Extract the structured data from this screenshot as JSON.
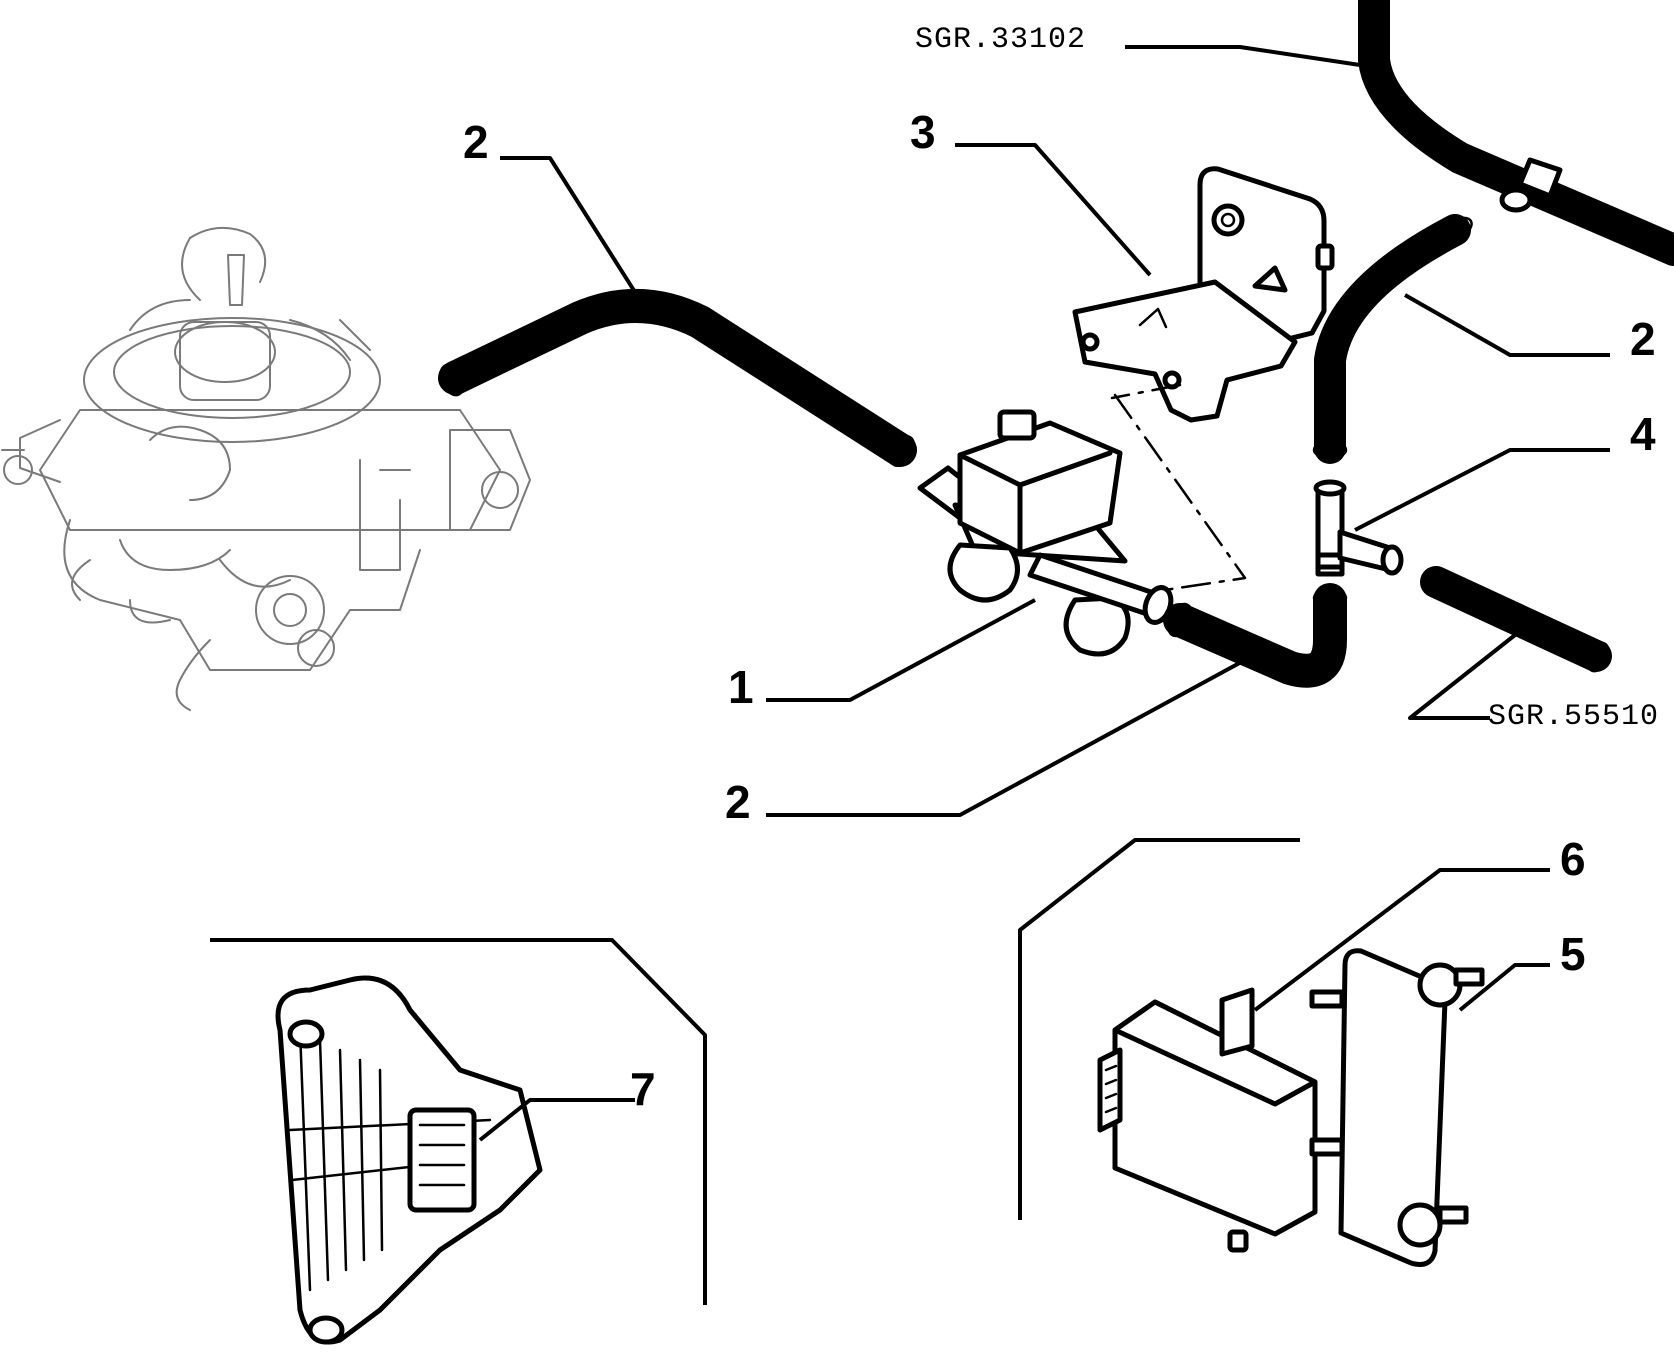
{
  "diagram": {
    "callouts": [
      {
        "id": "c1",
        "label": "1"
      },
      {
        "id": "c2a",
        "label": "2"
      },
      {
        "id": "c2b",
        "label": "2"
      },
      {
        "id": "c2c",
        "label": "2"
      },
      {
        "id": "c3",
        "label": "3"
      },
      {
        "id": "c4",
        "label": "4"
      },
      {
        "id": "c5",
        "label": "5"
      },
      {
        "id": "c6",
        "label": "6"
      },
      {
        "id": "c7",
        "label": "7"
      }
    ],
    "references": [
      {
        "id": "r1",
        "label": "SGR.33102"
      },
      {
        "id": "r2",
        "label": "SGR.55510"
      }
    ]
  },
  "colors": {
    "line": "#000000",
    "background": "#ffffff",
    "faint_line": "#7a7a7a"
  }
}
